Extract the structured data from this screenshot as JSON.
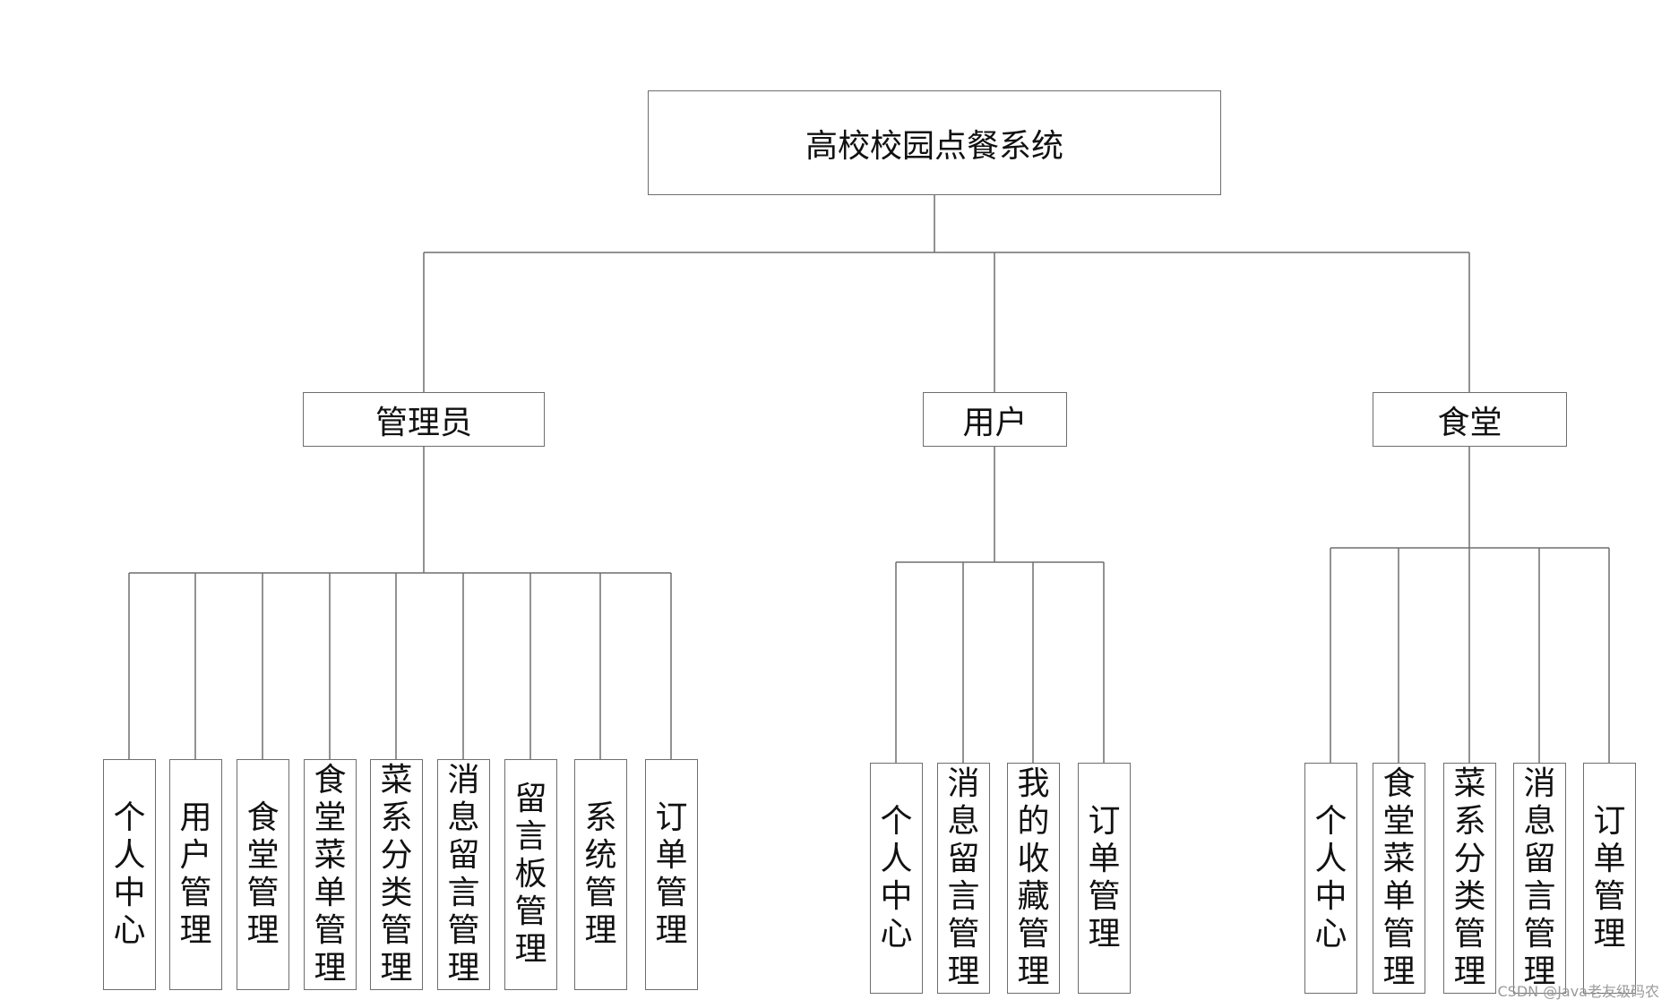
{
  "title": "高校校园点餐系统",
  "roles": [
    {
      "label": "管理员",
      "modules": [
        "个人中心",
        "用户管理",
        "食堂管理",
        "食堂菜单管理",
        "菜系分类管理",
        "消息留言管理",
        "留言板管理",
        "系统管理",
        "订单管理"
      ]
    },
    {
      "label": "用户",
      "modules": [
        "个人中心",
        "消息留言管理",
        "我的收藏管理",
        "订单管理"
      ]
    },
    {
      "label": "食堂",
      "modules": [
        "个人中心",
        "食堂菜单管理",
        "菜系分类管理",
        "消息留言管理",
        "订单管理"
      ]
    }
  ],
  "watermark": "CSDN @Java老友级码农",
  "colors": {
    "line": "#6e6e6e",
    "text": "#111111"
  }
}
